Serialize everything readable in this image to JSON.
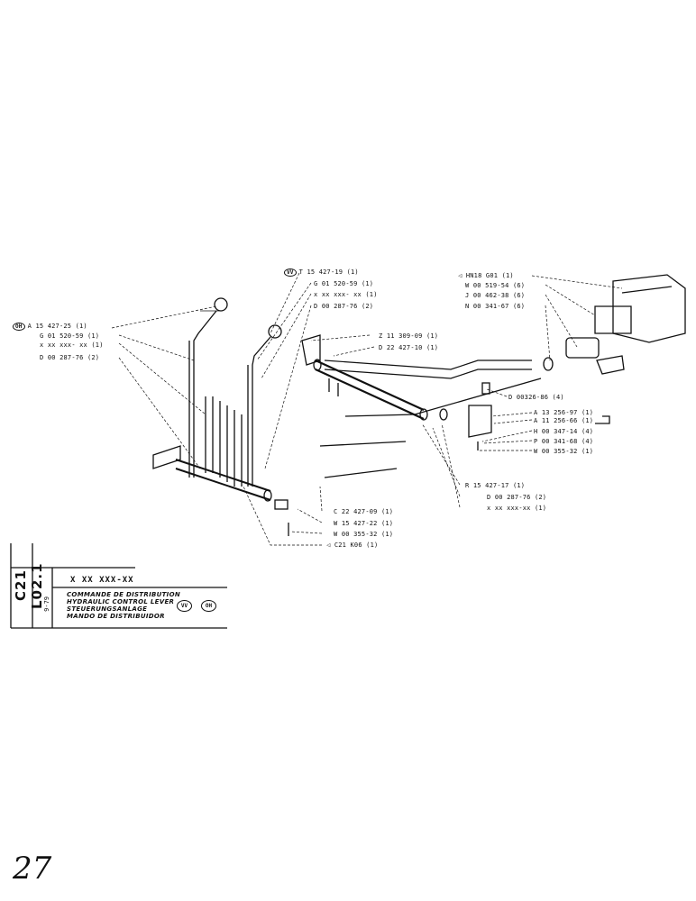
{
  "sheet": {
    "code": "C21 L02.1",
    "date": "9-79",
    "serial": "X XX XXX-XX",
    "titles": [
      "COMMANDE DE DISTRIBUTION",
      "HYDRAULIC CONTROL LEVER",
      "STEUERUNGSANLAGE",
      "MANDO DE DISTRIBUIDOR"
    ],
    "badges": [
      "VV",
      "OH"
    ],
    "page_number": "27"
  },
  "labels": {
    "vv_group": {
      "tag": "VV",
      "parts": [
        "T 15 427-19 (1)",
        "G 01 520-59 (1)",
        "x xx xxx- xx (1)",
        "D 00 287-76 (2)"
      ]
    },
    "oh_group": {
      "tag": "OH",
      "parts": [
        "A 15 427-25 (1)",
        "G 01 520-59 (1)",
        "x xx xxx- xx (1)",
        "D 00 287-76 (2)"
      ]
    },
    "valve_group": [
      "HN18 G01 (1)",
      "W 00 519-54 (6)",
      "J 00 462-38 (6)",
      "N 00 341-67 (6)"
    ],
    "shaft_group": [
      "Z 11 309-09 (1)",
      "D 22 427-10 (1)"
    ],
    "bracket_group": [
      "D 00326-86 (4)",
      "A 13 256-97 (1)",
      "A 11 256-66 (1)",
      "H 00 347-14 (4)",
      "P 00 341-68 (4)",
      "W 00 355-32 (1)"
    ],
    "lower_right": [
      "R 15 427-17 (1)",
      "D 00 287-76 (2)",
      "x xx xxx-xx (1)"
    ],
    "lower_mid": [
      "C 22 427-09 (1)",
      "W 15 427-22 (1)",
      "W 00 355-32 (1)",
      "C21 K06 (1)"
    ]
  }
}
